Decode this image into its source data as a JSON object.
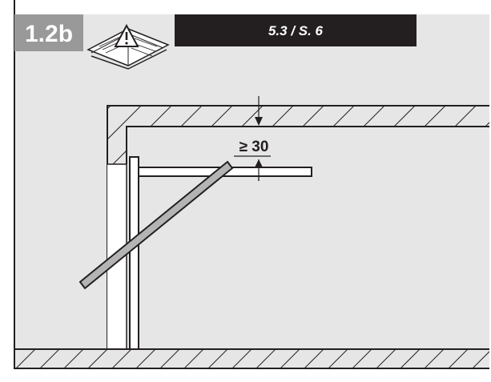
{
  "figure": {
    "step_label": "1.2b",
    "reference": "5.3 / S. 6",
    "dimension_label": "≥ 30"
  },
  "icons": {
    "manual_warning": "manual-warning-icon"
  },
  "colors": {
    "panel_gray": "#e6e6e6",
    "badge_gray": "#999999",
    "reference_bar": "#231f20",
    "line": "#231f20",
    "door_fill": "#b4b4b4",
    "white": "#ffffff"
  }
}
